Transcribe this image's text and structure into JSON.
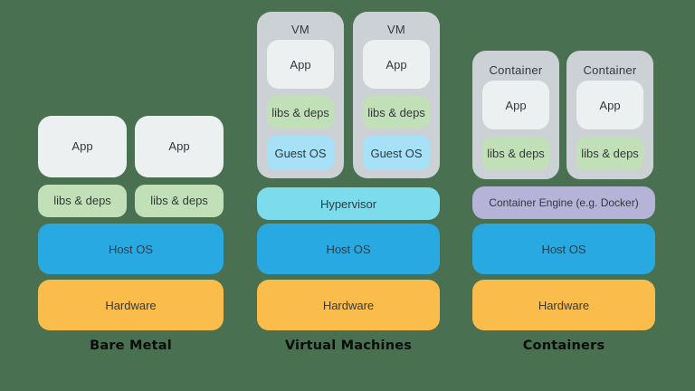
{
  "colors": {
    "background": "#4A7052",
    "outer_box": "#CBD1D5",
    "app": "#EDF0F1",
    "libs": "#C2E0B8",
    "guest_os": "#A6E1F8",
    "hypervisor": "#7CDCEC",
    "host_os": "#29A9E1",
    "hardware": "#FABD4B",
    "container_engine": "#B5B3D8",
    "box_text": "#33383C",
    "label_text": "#0B0C0C"
  },
  "columns": [
    {
      "label": "Bare Metal",
      "apps": [
        {
          "label": "App"
        },
        {
          "label": "App"
        }
      ],
      "libs": [
        {
          "label": "libs & deps"
        },
        {
          "label": "libs & deps"
        }
      ],
      "bars": [
        {
          "label": "Host OS"
        },
        {
          "label": "Hardware"
        }
      ]
    },
    {
      "label": "Virtual Machines",
      "vms": [
        {
          "title": "VM",
          "app": "App",
          "libs": "libs & deps",
          "guest_os": "Guest OS"
        },
        {
          "title": "VM",
          "app": "App",
          "libs": "libs & deps",
          "guest_os": "Guest OS"
        }
      ],
      "bars": [
        {
          "label": "Hypervisor"
        },
        {
          "label": "Host OS"
        },
        {
          "label": "Hardware"
        }
      ]
    },
    {
      "label": "Containers",
      "containers": [
        {
          "title": "Container",
          "app": "App",
          "libs": "libs & deps"
        },
        {
          "title": "Container",
          "app": "App",
          "libs": "libs & deps"
        }
      ],
      "bars": [
        {
          "label": "Container Engine (e.g. Docker)"
        },
        {
          "label": "Host OS"
        },
        {
          "label": "Hardware"
        }
      ]
    }
  ]
}
